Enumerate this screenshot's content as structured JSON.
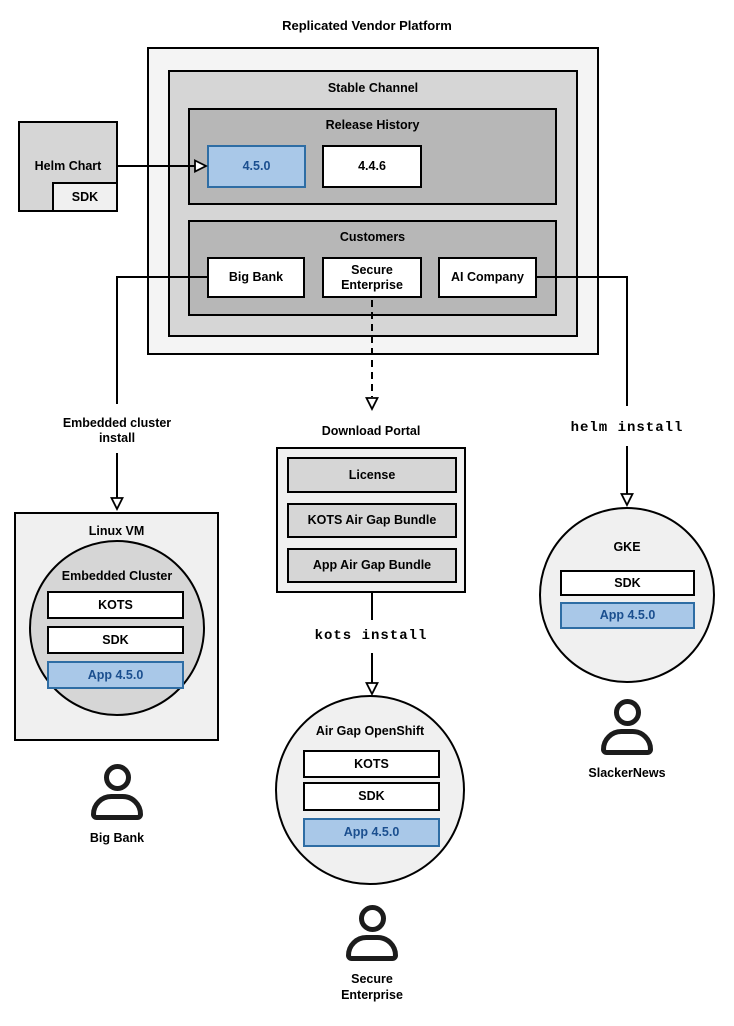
{
  "title": "Replicated Vendor Platform",
  "platform": {
    "stable_channel": {
      "label": "Stable Channel",
      "release_history": {
        "label": "Release History",
        "releases": [
          "4.5.0",
          "4.4.6"
        ],
        "highlighted_release": "4.5.0"
      },
      "customers": {
        "label": "Customers",
        "items": [
          "Big Bank",
          "Secure Enterprise",
          "AI Company"
        ]
      }
    }
  },
  "helm_chart": {
    "label": "Helm Chart",
    "sdk_label": "SDK"
  },
  "download_portal": {
    "label": "Download Portal",
    "items": [
      "License",
      "KOTS Air Gap Bundle",
      "App Air Gap Bundle"
    ]
  },
  "linux_vm": {
    "label": "Linux VM",
    "embedded_cluster": {
      "label": "Embedded Cluster",
      "components": [
        "KOTS",
        "SDK",
        "App 4.5.0"
      ]
    }
  },
  "air_gap_openshift": {
    "label": "Air Gap OpenShift",
    "components": [
      "KOTS",
      "SDK",
      "App 4.5.0"
    ]
  },
  "gke": {
    "label": "GKE",
    "components": [
      "SDK",
      "App 4.5.0"
    ]
  },
  "edge_labels": {
    "embedded_cluster_install_line1": "Embedded cluster",
    "embedded_cluster_install_line2": "install",
    "kots_install": "kots install",
    "helm_install": "helm install"
  },
  "users": {
    "big_bank": "Big Bank",
    "secure_enterprise": "Secure Enterprise",
    "slackernews": "SlackerNews"
  },
  "colors": {
    "highlight_fill": "#a9c8e8",
    "highlight_border": "#2e6da4",
    "highlight_text": "#1b4f8f",
    "gray_lightest": "#f4f4f4",
    "gray_light": "#f0f0f0",
    "gray_mid": "#d6d6d6",
    "gray_dark": "#b7b7b7",
    "line": "#000000"
  }
}
